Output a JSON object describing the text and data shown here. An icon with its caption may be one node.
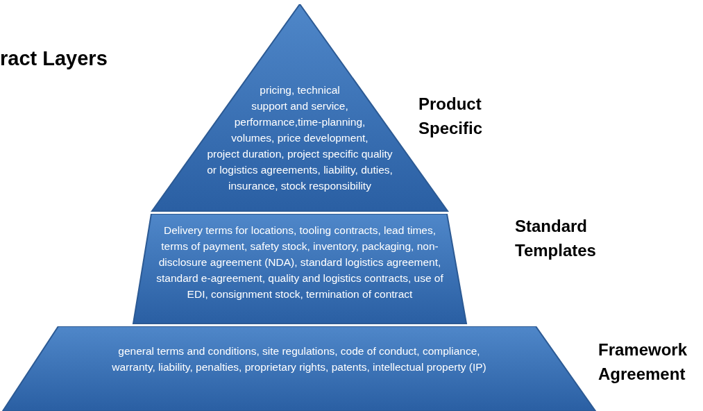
{
  "diagram": {
    "title": "ract Layers",
    "nodes": [
      {
        "text": [
          "pricing, technical support and service, performance,time-planning, volumes, price development, project duration, project specific quality or logistics agreements, liability, duties, insurance, stock responsibility"
        ],
        "beside": [
          "Product Specific"
        ]
      },
      {
        "text": [
          "Delivery terms for locations, tooling contracts, lead times, terms of payment, safety stock, inventory, packaging, non-disclosure agreement (NDA), standard logistics agreement, standard e-agreement, quality and logistics contracts, use of EDI, consignment stock, termination of contract"
        ],
        "beside": [
          "Standard Templates"
        ]
      },
      {
        "text": [
          "general terms and conditions, site regulations, code of conduct, compliance, warranty, liability, penalties, proprietary rights, patents, intellectual property (IP)"
        ],
        "beside": [
          "Framework Agreement"
        ]
      }
    ]
  }
}
